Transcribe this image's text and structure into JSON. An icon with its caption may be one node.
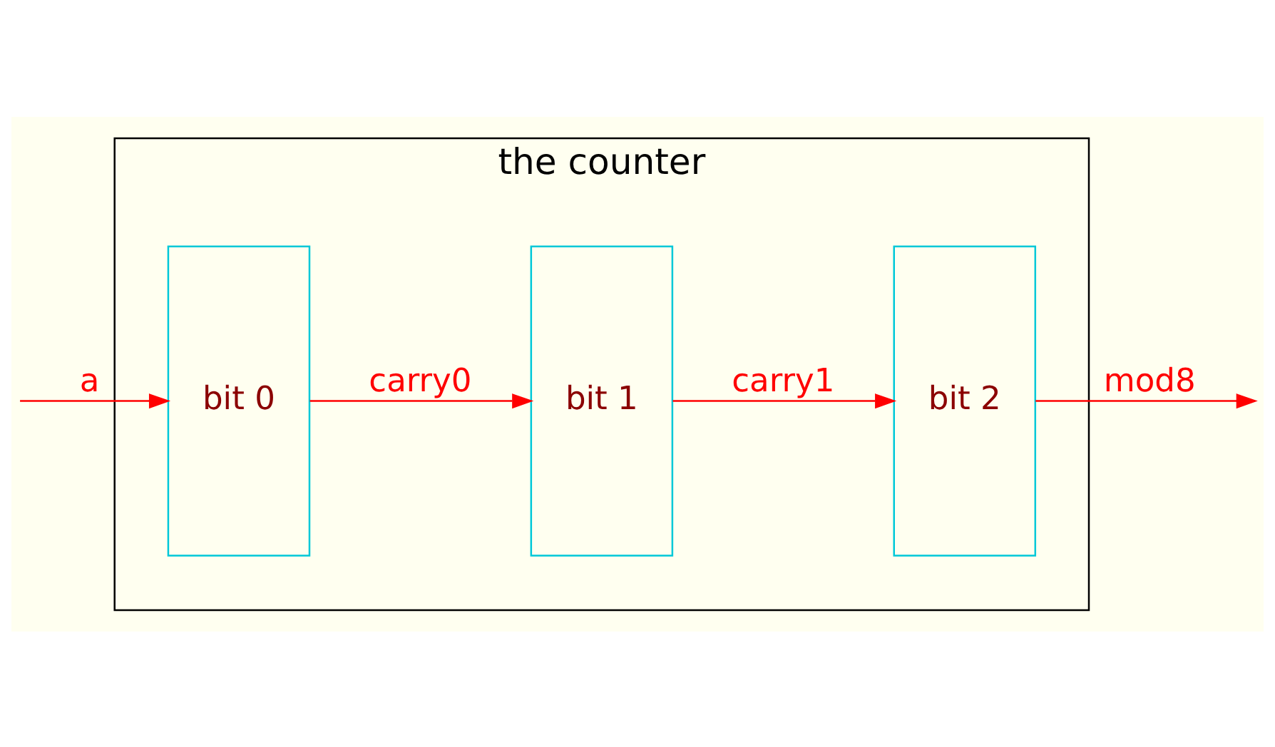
{
  "diagram": {
    "nodes": [
      {
        "text": [
          "the counter"
        ]
      },
      {
        "text": [
          "bit 0"
        ],
        "in": 0
      },
      {
        "text": [
          "bit 1"
        ],
        "in": 0
      },
      {
        "text": [
          "bit 2"
        ],
        "in": 0
      }
    ],
    "edges": [
      {
        "from": null,
        "to": 1,
        "arrow": "to",
        "label": "a"
      },
      {
        "from": 1,
        "to": 2,
        "arrow": "to",
        "label": "carry0"
      },
      {
        "from": 2,
        "to": 3,
        "arrow": "to",
        "label": "carry1"
      },
      {
        "from": 3,
        "to": null,
        "arrow": "to",
        "label": "mod8"
      }
    ]
  }
}
